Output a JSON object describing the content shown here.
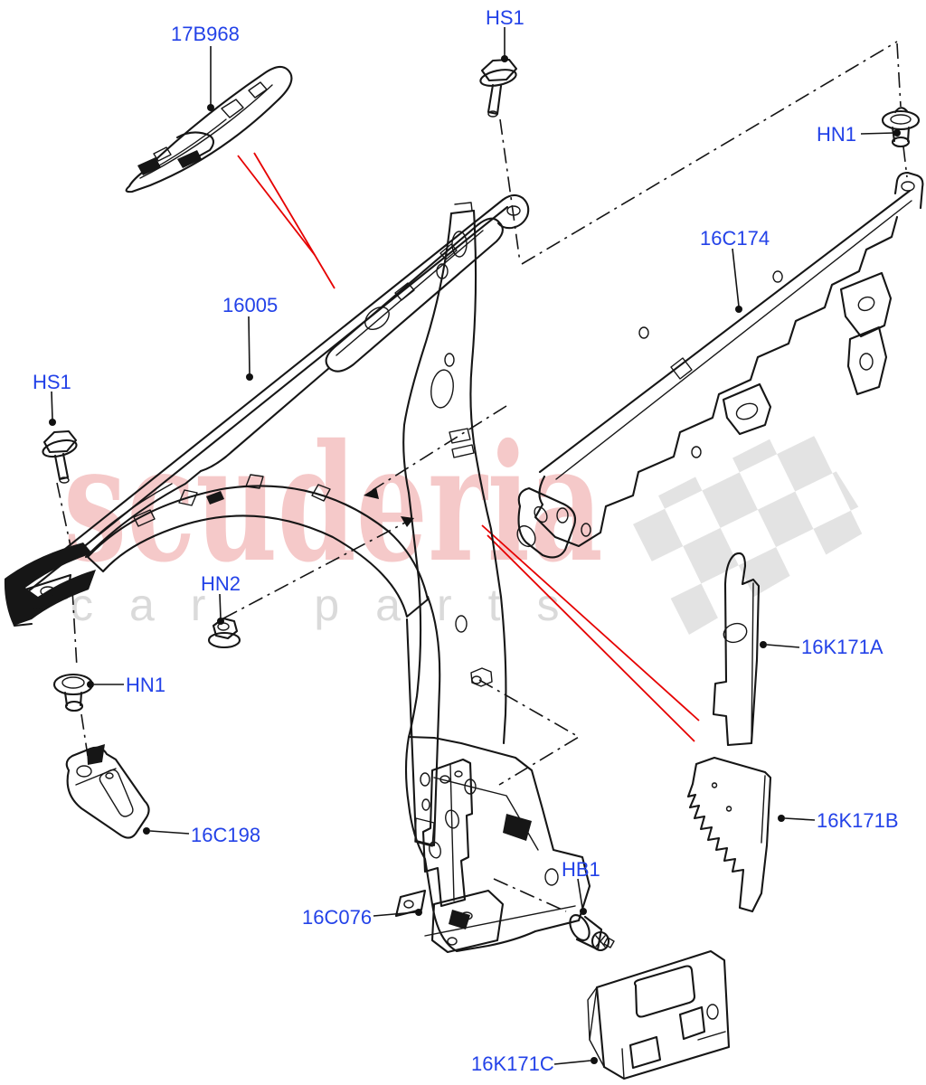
{
  "diagram": {
    "watermark": {
      "brand": "scuderia",
      "tagline": "car parts"
    },
    "colors": {
      "label_blue": "#2342e8",
      "leader_red": "#e60000",
      "line_ink": "#161616",
      "watermark_pink": "rgba(233,138,138,0.46)",
      "watermark_gray": "#dadada"
    },
    "labels": [
      {
        "code": "17B968"
      },
      {
        "code": "HS1"
      },
      {
        "code": "HN1"
      },
      {
        "code": "16C174"
      },
      {
        "code": "16005"
      },
      {
        "code": "HS1"
      },
      {
        "code": "HN2"
      },
      {
        "code": "HN1"
      },
      {
        "code": "16K171A"
      },
      {
        "code": "16C198"
      },
      {
        "code": "16K171B"
      },
      {
        "code": "16C076"
      },
      {
        "code": "HB1"
      },
      {
        "code": "16K171C"
      }
    ]
  }
}
